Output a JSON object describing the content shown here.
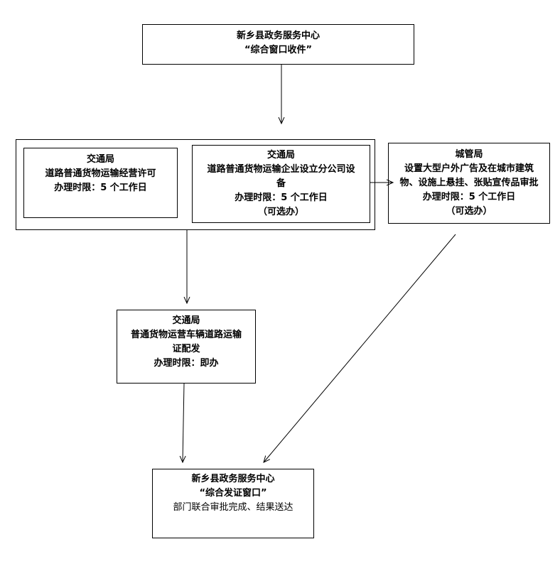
{
  "nodes": {
    "start": {
      "lines": [
        "新乡县政务服务中心",
        "“综合窗口收件”"
      ]
    },
    "jt_a": {
      "lines": [
        "交通局",
        "道路普通货物运输经营许可",
        "办理时限：5 个工作日"
      ]
    },
    "jt_b": {
      "lines": [
        "交通局",
        "道路普通货物运输企业设立分公司设",
        "备",
        "办理时限：5 个工作日",
        "（可选办）"
      ]
    },
    "cg": {
      "lines": [
        "城管局",
        "设置大型户外广告及在城市建筑",
        "物、设施上悬挂、张贴宣传品审批",
        "办理时限：5 个工作日",
        "（可选办）"
      ]
    },
    "jt_c": {
      "lines": [
        "交通局",
        "普通货物运营车辆道路运输",
        "证配发",
        "办理时限：即办"
      ]
    },
    "end": {
      "lines": [
        "新乡县政务服务中心",
        "“综合发证窗口”",
        "部门联合审批完成、结果送达"
      ]
    }
  }
}
